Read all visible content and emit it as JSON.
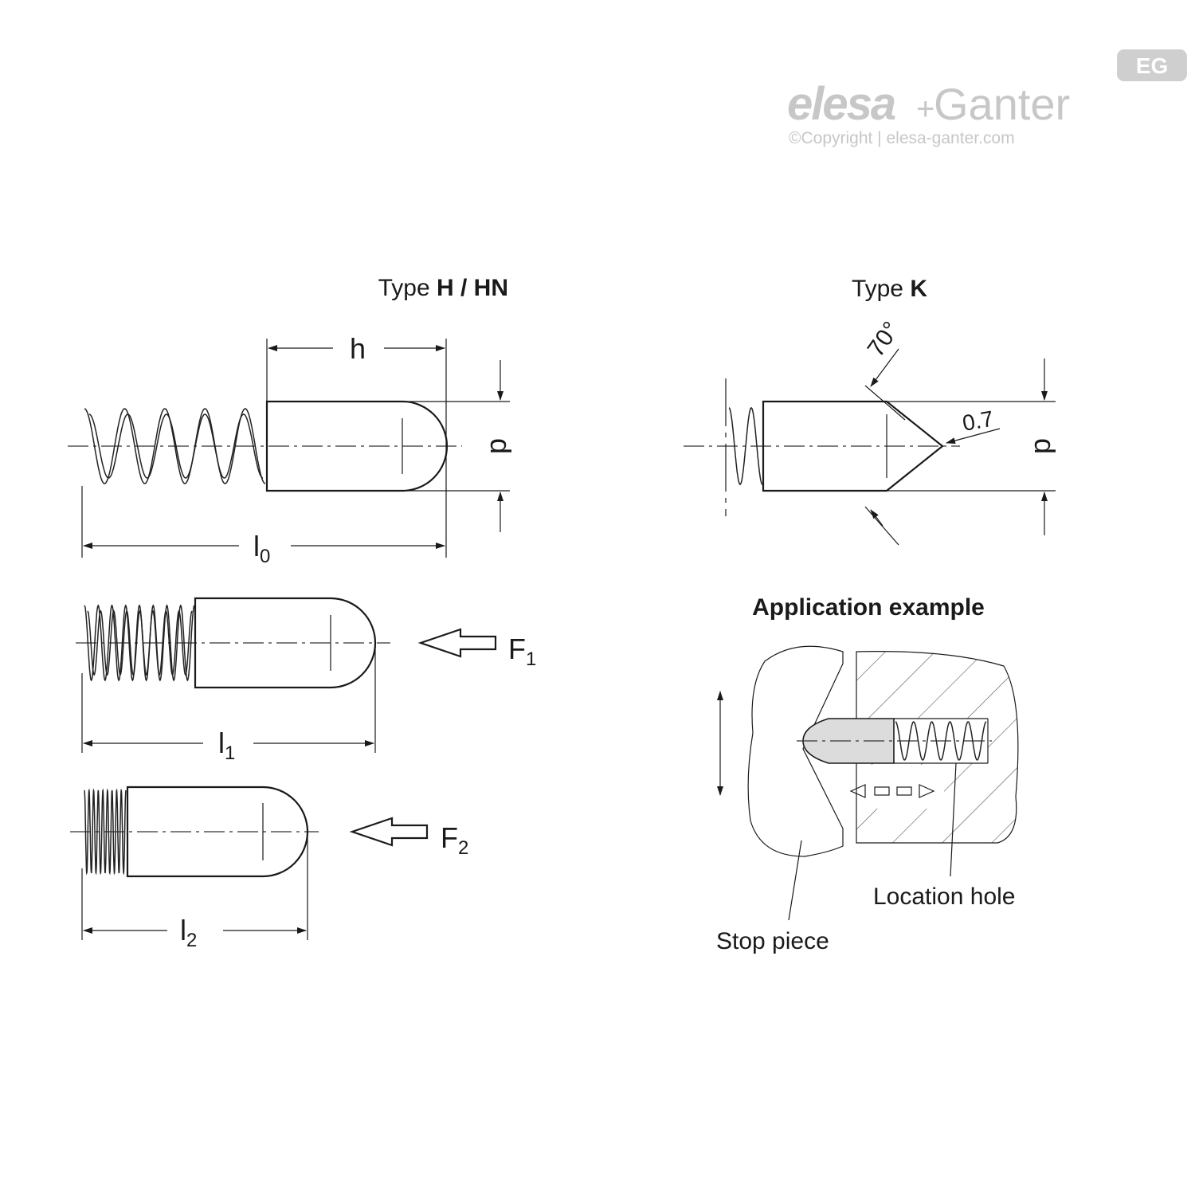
{
  "logo": {
    "brand_left": "elesa",
    "brand_plus": "+",
    "brand_right": "Ganter",
    "copyright": "©Copyright | elesa-ganter.com",
    "badge": "EG",
    "color": "#c7c7c7"
  },
  "type_h": {
    "title_prefix": "Type ",
    "title_bold": "H / HN",
    "dim_h": "h",
    "dim_d": "d",
    "dim_l0": "l",
    "dim_l0_sub": "0",
    "dim_l1": "l",
    "dim_l1_sub": "1",
    "dim_l2": "l",
    "dim_l2_sub": "2",
    "force_1": "F",
    "force_1_sub": "1",
    "force_2": "F",
    "force_2_sub": "2"
  },
  "type_k": {
    "title_prefix": "Type ",
    "title_bold": "K",
    "angle": "70°",
    "tip": "0.7",
    "dim_d": "d"
  },
  "application": {
    "title": "Application example",
    "stop_piece": "Stop piece",
    "location_hole": "Location hole"
  }
}
